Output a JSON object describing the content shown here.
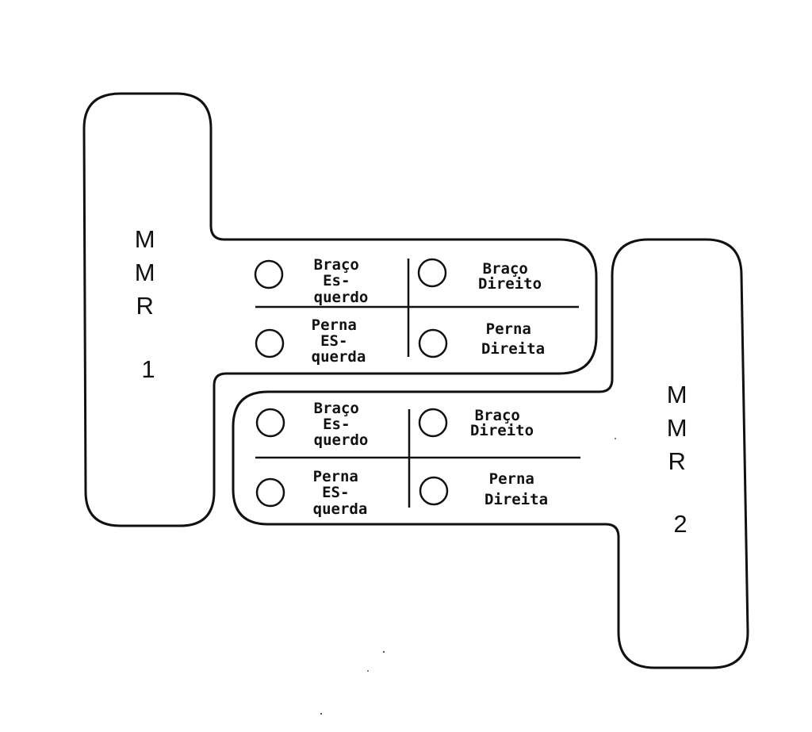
{
  "units": [
    {
      "id": "mmr-1",
      "label_lines": [
        "M",
        "M",
        "R",
        "",
        "1"
      ],
      "cells": [
        {
          "id": "left-arm",
          "lines": [
            "Braço",
            "Es-",
            "querdo"
          ]
        },
        {
          "id": "right-arm",
          "lines": [
            "Braço",
            "Direito"
          ]
        },
        {
          "id": "left-leg",
          "lines": [
            "Perna",
            "ES-",
            "querda"
          ]
        },
        {
          "id": "right-leg",
          "lines": [
            "Perna",
            "Direita"
          ]
        }
      ]
    },
    {
      "id": "mmr-2",
      "label_lines": [
        "M",
        "M",
        "R",
        "",
        "2"
      ],
      "cells": [
        {
          "id": "left-arm",
          "lines": [
            "Braço",
            "Es-",
            "querdo"
          ]
        },
        {
          "id": "right-arm",
          "lines": [
            "Braço",
            "Direito"
          ]
        },
        {
          "id": "left-leg",
          "lines": [
            "Perna",
            "ES-",
            "querda"
          ]
        },
        {
          "id": "right-leg",
          "lines": [
            "Perna",
            "Direita"
          ]
        }
      ]
    }
  ]
}
